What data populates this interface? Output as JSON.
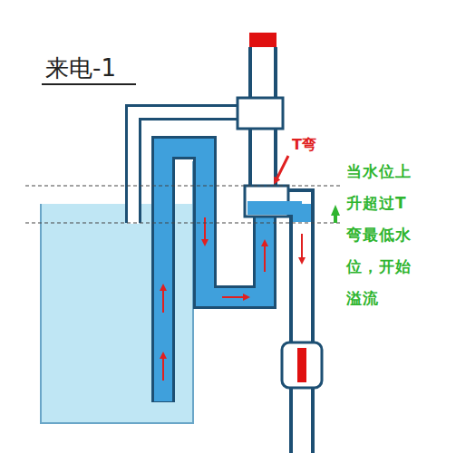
{
  "diagram": {
    "title": "来电-1",
    "labels": [
      "T弯",
      "当水位上升超过T弯最低水位，开始溢流"
    ]
  }
}
